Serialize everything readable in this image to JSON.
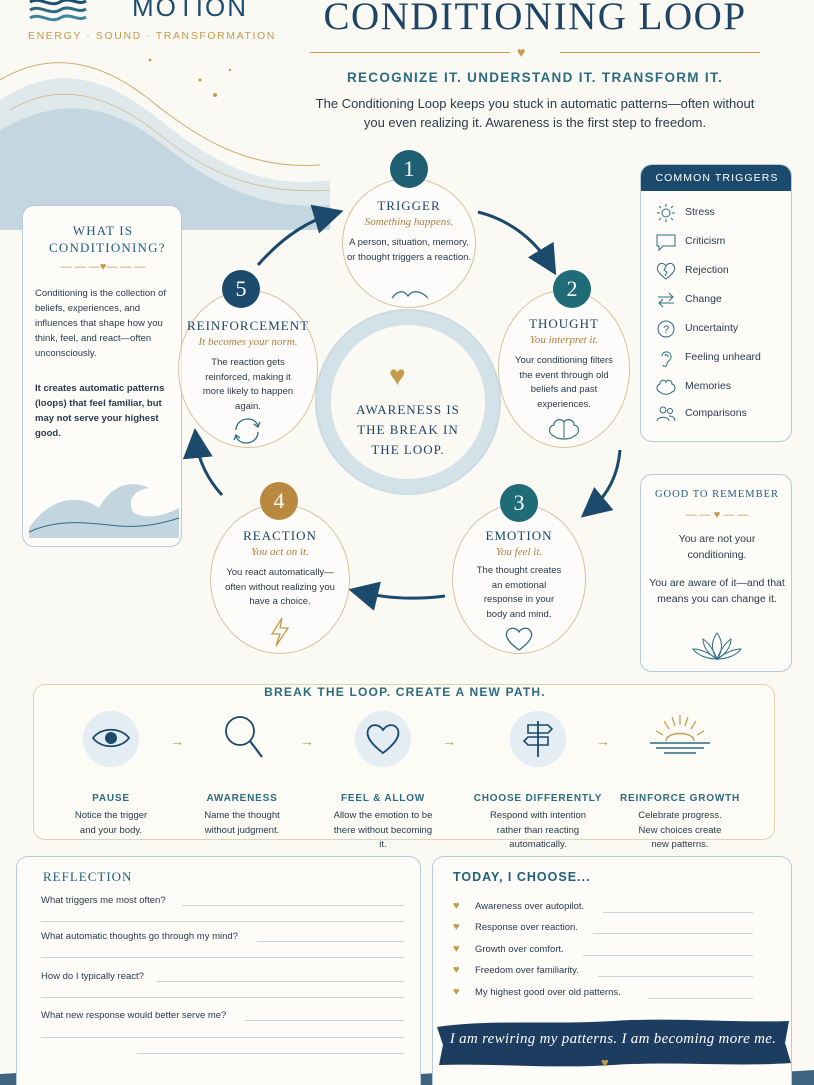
{
  "brand": {
    "name": "MOTION",
    "tagline": "ENERGY · SOUND · TRANSFORMATION"
  },
  "header": {
    "title": "CONDITIONING LOOP",
    "subtitle": "RECOGNIZE IT. UNDERSTAND IT. TRANSFORM IT.",
    "intro": "The Conditioning Loop keeps you stuck in automatic patterns—often without you even realizing it. Awareness is the first step to freedom."
  },
  "what_is": {
    "title": "WHAT IS CONDITIONING?",
    "body": "Conditioning is the collection of beliefs, experiences, and influences that shape how you think, feel, and react—often unconsciously.",
    "body2": "It creates automatic patterns (loops) that feel familiar, but may not serve your highest good."
  },
  "loop": {
    "center": "AWARENESS IS THE BREAK IN THE LOOP.",
    "nodes": [
      {
        "num": "1",
        "title": "TRIGGER",
        "sub": "Something happens.",
        "body": "A person, situation, memory, or thought triggers a reaction."
      },
      {
        "num": "2",
        "title": "THOUGHT",
        "sub": "You interpret it.",
        "body": "Your conditioning filters the event through old beliefs and past experiences."
      },
      {
        "num": "3",
        "title": "EMOTION",
        "sub": "You feel it.",
        "body": "The thought creates an emotional response in your body and mind."
      },
      {
        "num": "4",
        "title": "REACTION",
        "sub": "You act on it.",
        "body": "You react automatically—often without realizing you have a choice."
      },
      {
        "num": "5",
        "title": "REINFORCEMENT",
        "sub": "It becomes your norm.",
        "body": "The reaction gets reinforced, making it more likely to happen again."
      }
    ]
  },
  "triggers": {
    "title": "COMMON TRIGGERS",
    "items": [
      "Stress",
      "Criticism",
      "Rejection",
      "Change",
      "Uncertainty",
      "Feeling unheard",
      "Memories",
      "Comparisons"
    ]
  },
  "good": {
    "title": "GOOD TO REMEMBER",
    "line1": "You are not your conditioning.",
    "line2": "You are aware of it—and that means you can change it."
  },
  "break": {
    "title": "BREAK THE LOOP. CREATE A NEW PATH.",
    "steps": [
      {
        "title": "PAUSE",
        "body": "Notice the trigger and your body."
      },
      {
        "title": "AWARENESS",
        "body": "Name the thought without judgment."
      },
      {
        "title": "FEEL & ALLOW",
        "body": "Allow the emotion to be there without becoming it."
      },
      {
        "title": "CHOOSE DIFFERENTLY",
        "body": "Respond with intention rather than reacting automatically."
      },
      {
        "title": "REINFORCE GROWTH",
        "body": "Celebrate progress. New choices create new patterns."
      }
    ]
  },
  "reflection": {
    "title": "REFLECTION",
    "questions": [
      "What triggers me most often?",
      "What automatic thoughts go through my mind?",
      "How do I typically react?",
      "What new response would better serve me?"
    ]
  },
  "today": {
    "title": "TODAY, I CHOOSE...",
    "choices": [
      "Awareness over autopilot.",
      "Response over reaction.",
      "Growth over comfort.",
      "Freedom over familiarity.",
      "My highest good over old patterns."
    ],
    "affirmation": "I am rewiring my patterns. I am becoming more me."
  },
  "colors": {
    "navy": "#1c4a6c",
    "teal": "#1f6b78",
    "gold": "#c49a4a",
    "background": "#fbf9f4"
  }
}
